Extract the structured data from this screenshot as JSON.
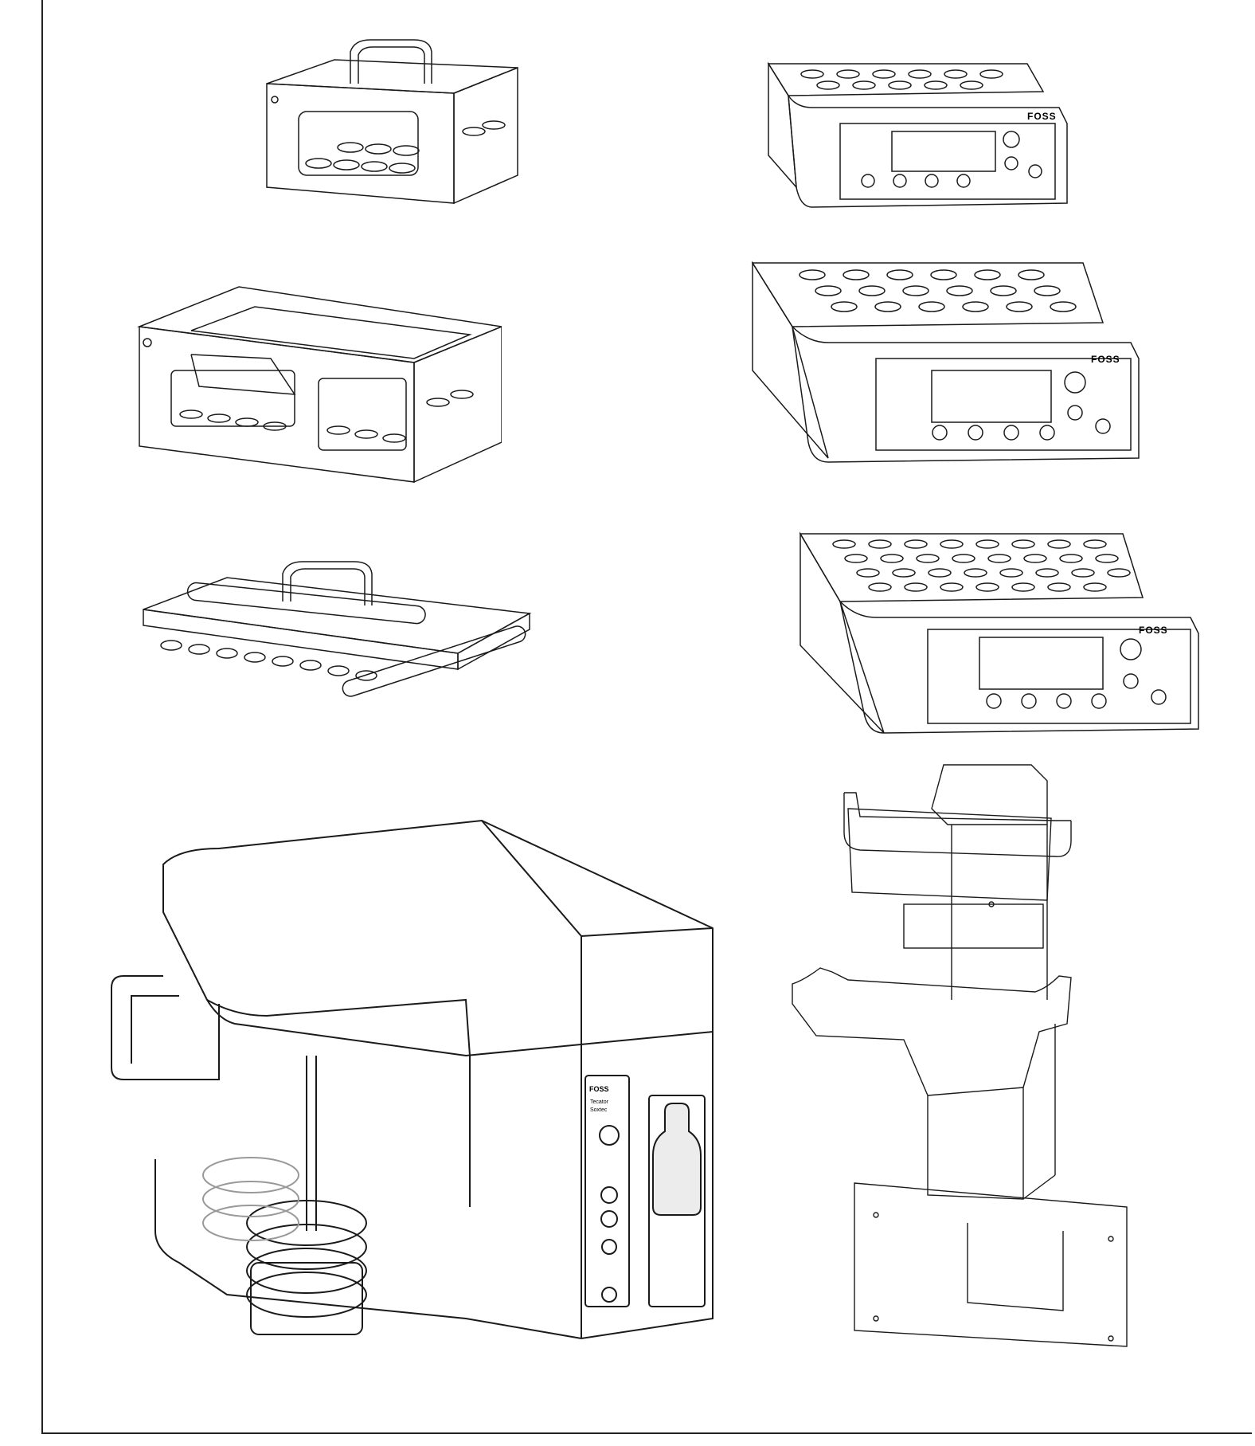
{
  "branding": {
    "block_label_small": "FOSS",
    "block_label_medium": "FOSS",
    "block_label_large": "FOSS",
    "unit_label": "FOSS",
    "unit_model": "Tecator",
    "unit_sub": "Soxtec"
  },
  "colors": {
    "line": "#1a1a1a",
    "background": "#ffffff",
    "fill_light": "#f2f2f2"
  },
  "illustrations": [
    {
      "name": "tube-rack-small",
      "icon": "rack-with-handle"
    },
    {
      "name": "digestion-block-small",
      "icon": "heating-block"
    },
    {
      "name": "tube-rack-large",
      "icon": "rack"
    },
    {
      "name": "digestion-block-medium",
      "icon": "heating-block"
    },
    {
      "name": "exhaust-manifold",
      "icon": "manifold-with-handle"
    },
    {
      "name": "digestion-block-large",
      "icon": "heating-block"
    },
    {
      "name": "extraction-unit",
      "icon": "lab-instrument"
    },
    {
      "name": "wall-bracket",
      "icon": "mounting-bracket"
    }
  ]
}
